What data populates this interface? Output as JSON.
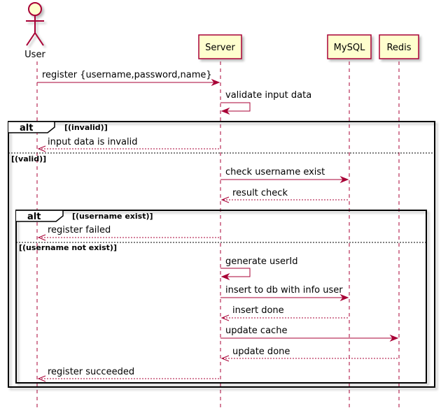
{
  "participants": {
    "user": "User",
    "server": "Server",
    "mysql": "MySQL",
    "redis": "Redis"
  },
  "messages": {
    "register": "register {username,password,name}",
    "validate": "validate input data",
    "invalid_reply": "input data is invalid",
    "check_username": "check username exist",
    "result_check": "result check",
    "register_failed": "register failed",
    "generate_userid": "generate userId",
    "insert_db": "insert to db with info user",
    "insert_done": "insert done",
    "update_cache": "update cache",
    "update_done": "update done",
    "register_succeeded": "register succeeded"
  },
  "fragments": {
    "outer": {
      "keyword": "alt",
      "guard_1": "[(invalid)]",
      "guard_2": "[(valid)]"
    },
    "inner": {
      "keyword": "alt",
      "guard_1": "[(username exist)]",
      "guard_2": "[(username not exist)]"
    }
  }
}
